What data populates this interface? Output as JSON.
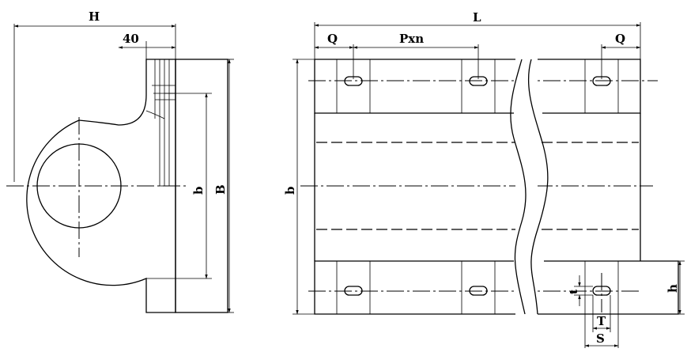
{
  "side_view": {
    "H": "H",
    "dim_40": "40",
    "b": "b",
    "B": "B"
  },
  "front_view": {
    "L": "L",
    "Q_left": "Q",
    "Pxn": "Pxn",
    "Q_right": "Q",
    "b": "b"
  },
  "detail": {
    "h": "h",
    "t": "t",
    "T": "T",
    "S": "S"
  },
  "colors": {
    "line": "#000000",
    "background": "#ffffff"
  }
}
